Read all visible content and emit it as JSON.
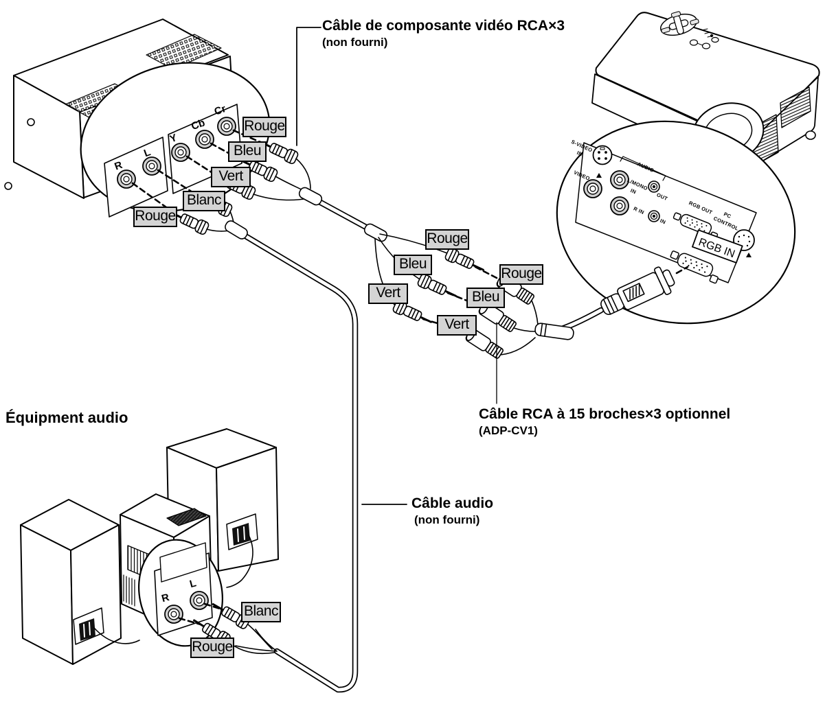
{
  "annotations": {
    "component_cable": {
      "title": "Câble de composante vidéo RCA×3",
      "note": "(non fourni)"
    },
    "rca_cable": {
      "title": "Câble RCA à 15 broches×3 optionnel",
      "note": "(ADP-CV1)"
    },
    "audio_equipment": {
      "title": "Équipment audio"
    },
    "audio_cable": {
      "title": "Câble audio",
      "note": "(non fourni)"
    }
  },
  "tags": {
    "dvd_cr": "Rouge",
    "dvd_cb": "Bleu",
    "dvd_y": "Vert",
    "dvd_l": "Blanc",
    "dvd_r": "Rouge",
    "mid_left_rouge": "Rouge",
    "mid_left_bleu": "Bleu",
    "mid_left_vert": "Vert",
    "mid_right_rouge": "Rouge",
    "mid_right_bleu": "Bleu",
    "mid_right_vert": "Vert",
    "audio_blanc": "Blanc",
    "audio_rouge": "Rouge"
  },
  "dvd_panel": {
    "r": "R",
    "l": "L",
    "y": "Y",
    "cb": "Cb",
    "cr": "Cr"
  },
  "audio_panel": {
    "r": "R",
    "l": "L"
  },
  "projector_panel": {
    "s_video": "S-VIDEO",
    "s_video_in": "IN",
    "video": "VIDEO",
    "audio": "AUDIO",
    "l_mono": "L/MONO",
    "l_mono_in": "IN",
    "out": "OUT",
    "r_in": "R IN",
    "in2": "IN",
    "rgb_out": "RGB OUT",
    "pc": "PC",
    "control": "CONTROL",
    "rgb_in": "RGB IN"
  },
  "colors": {
    "tag_bg": "#d4d4d4",
    "line": "#000000",
    "vent_dark": "#1c1c1c"
  }
}
